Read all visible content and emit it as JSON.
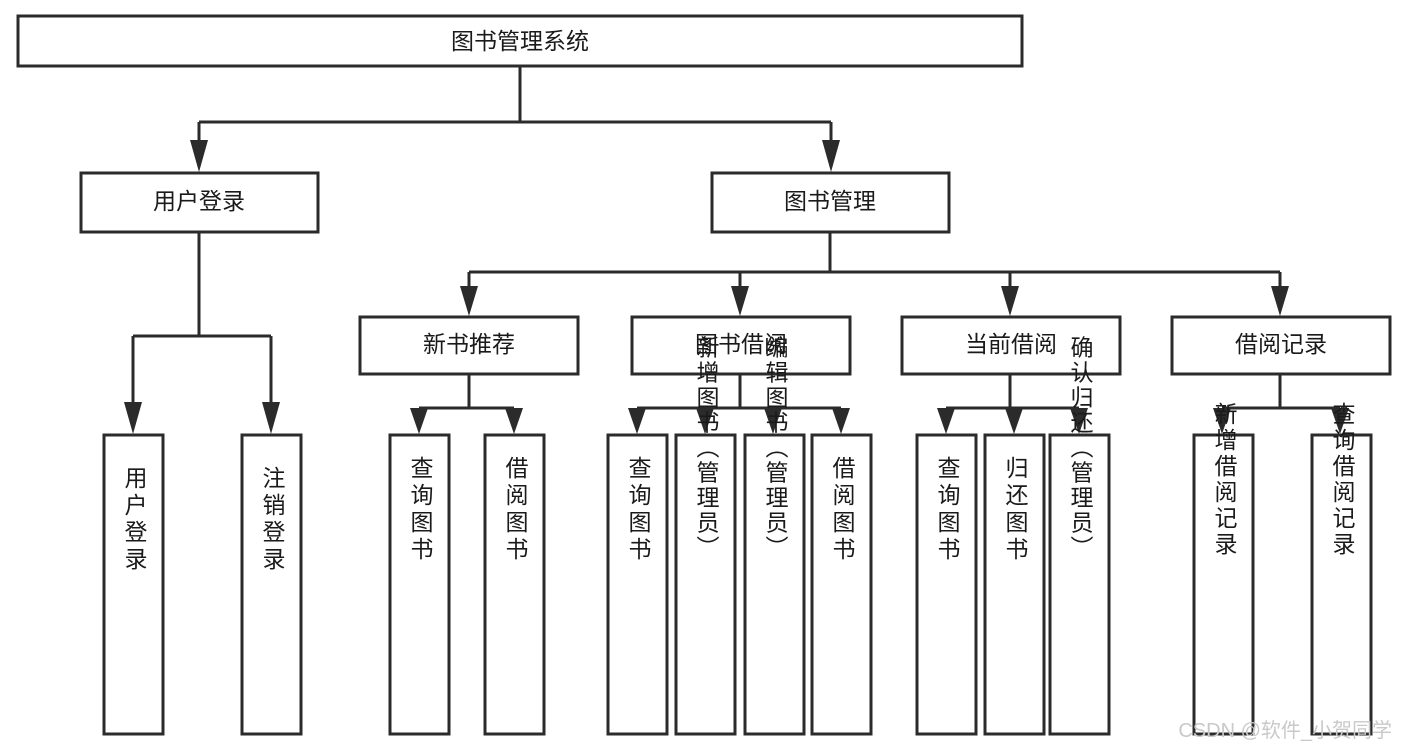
{
  "diagram": {
    "type": "tree-hierarchy-function-chart",
    "root": {
      "id": "root",
      "label": "图书管理系统"
    },
    "level2": [
      {
        "id": "user-login",
        "label": "用户登录"
      },
      {
        "id": "book-manage",
        "label": "图书管理"
      }
    ],
    "level3": [
      {
        "id": "new-book-recommend",
        "label": "新书推荐"
      },
      {
        "id": "book-borrow",
        "label": "图书借阅"
      },
      {
        "id": "current-borrow",
        "label": "当前借阅"
      },
      {
        "id": "borrow-record",
        "label": "借阅记录"
      }
    ],
    "leaves": {
      "user-login": [
        {
          "id": "leaf-user-login",
          "label": "用户登录"
        },
        {
          "id": "leaf-logout",
          "label": "注销登录"
        }
      ],
      "new-book-recommend": [
        {
          "id": "leaf-query-book-1",
          "label": "查询图书"
        },
        {
          "id": "leaf-borrow-book-1",
          "label": "借阅图书"
        }
      ],
      "book-borrow": [
        {
          "id": "leaf-query-book-2",
          "label": "查询图书"
        },
        {
          "id": "leaf-add-book",
          "label": "新增图书（管理员）"
        },
        {
          "id": "leaf-edit-book",
          "label": "编辑图书（管理员）"
        },
        {
          "id": "leaf-borrow-book-2",
          "label": "借阅图书"
        }
      ],
      "current-borrow": [
        {
          "id": "leaf-query-book-3",
          "label": "查询图书"
        },
        {
          "id": "leaf-return-book",
          "label": "归还图书"
        },
        {
          "id": "leaf-confirm-return",
          "label": "确认归还（管理员）"
        }
      ],
      "borrow-record": [
        {
          "id": "leaf-add-record",
          "label": "新增借阅记录"
        },
        {
          "id": "leaf-query-record",
          "label": "查询借阅记录"
        }
      ]
    }
  },
  "watermark": {
    "label": "CSDN @软件_小贺同学"
  },
  "colors": {
    "stroke": "#2b2b2b",
    "box_fill": "#ffffff",
    "text": "#1a1a1a",
    "background": "#ffffff",
    "watermark": "#c9c9c9"
  }
}
